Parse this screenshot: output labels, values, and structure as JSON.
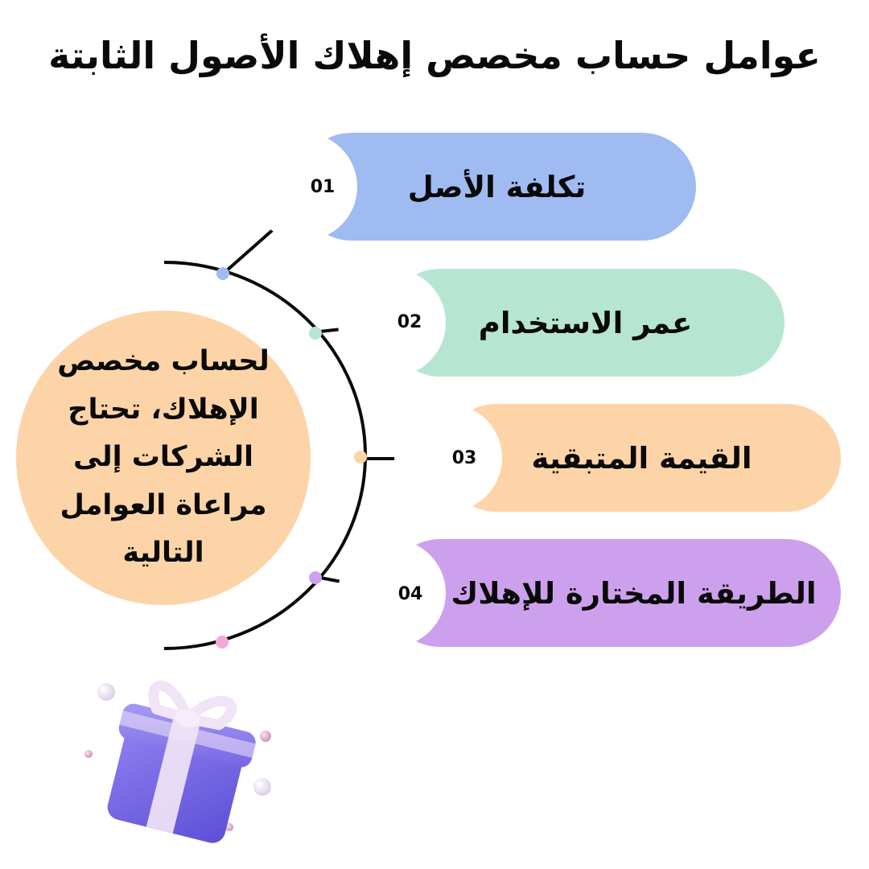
{
  "title": "عوامل حساب مخصص إهلاك الأصول الثابتة",
  "center": {
    "text": "لحساب مخصص الإهلاك، تحتاج الشركات إلى مراعاة العوامل التالية",
    "color": "#fdd4a7"
  },
  "factors": [
    {
      "number": "01",
      "label": "تكلفة الأصل",
      "color": "#9fbbf2"
    },
    {
      "number": "02",
      "label": "عمر الاستخدام",
      "color": "#b6e6d2"
    },
    {
      "number": "03",
      "label": "القيمة المتبقية",
      "color": "#fdd4a7"
    },
    {
      "number": "04",
      "label": "الطريقة المختارة للإهلاك",
      "color": "#cda0ed"
    }
  ],
  "dot_colors": [
    "#9fbbf2",
    "#b6e6d2",
    "#fdd4a7",
    "#cda0ed",
    "#f4a9d8"
  ],
  "illustration": {
    "name": "gift-box",
    "box_color": "#7b6ae8",
    "ribbon_color": "#f1e4f6"
  }
}
